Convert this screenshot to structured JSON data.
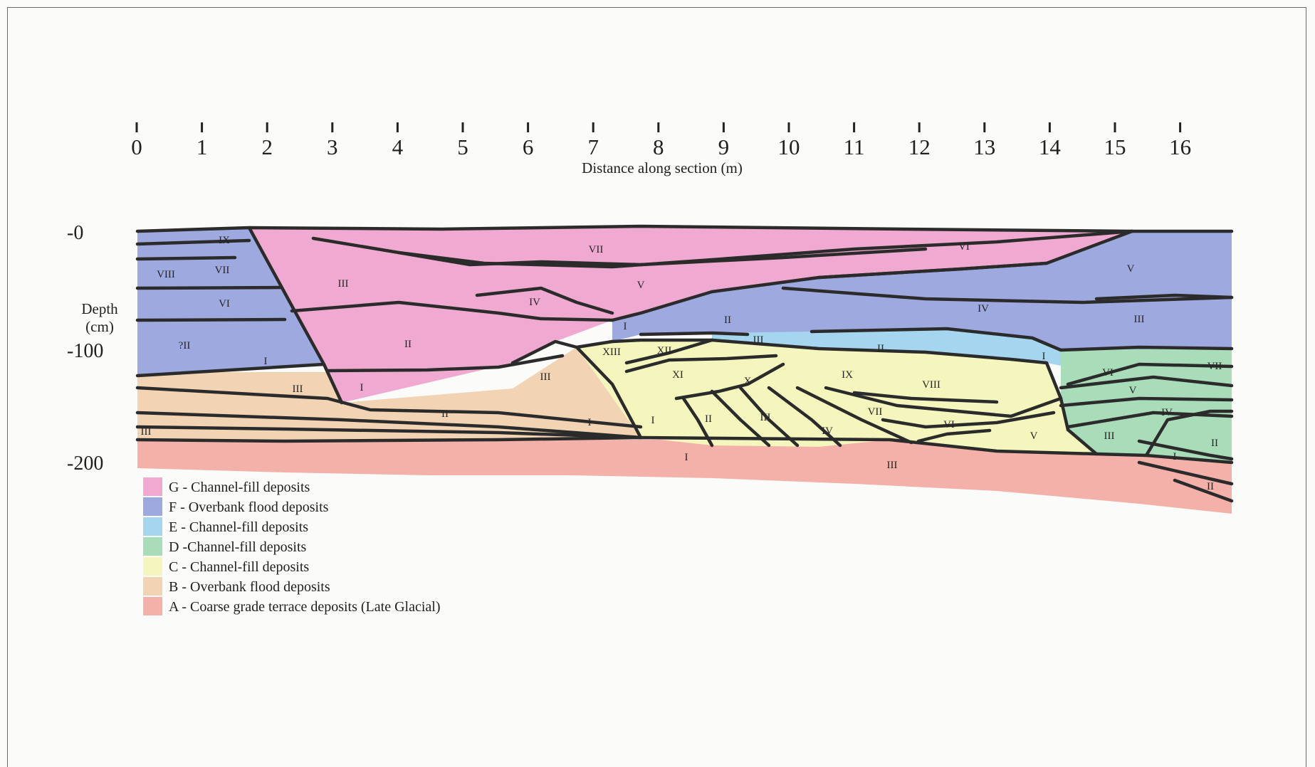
{
  "distance_axis": {
    "title": "Distance along section (m)",
    "ticks": [
      "0",
      "1",
      "2",
      "3",
      "4",
      "5",
      "6",
      "7",
      "8",
      "9",
      "10",
      "11",
      "12",
      "13",
      "14",
      "15",
      "16"
    ]
  },
  "depth_axis": {
    "title_line1": "Depth",
    "title_line2": "(cm)",
    "ticks": [
      "-0",
      "-100",
      "-200"
    ]
  },
  "unit_labels": [
    {
      "id": "ix-left",
      "text": "IX"
    },
    {
      "id": "viii-left",
      "text": "VIII"
    },
    {
      "id": "vii-left",
      "text": "VII"
    },
    {
      "id": "vi-left",
      "text": "VI"
    },
    {
      "id": "qii-left",
      "text": "?II"
    },
    {
      "id": "i-f-left",
      "text": "I"
    },
    {
      "id": "iii-g",
      "text": "III"
    },
    {
      "id": "ii-g",
      "text": "II"
    },
    {
      "id": "i-g",
      "text": "I"
    },
    {
      "id": "iii-b-left",
      "text": "III"
    },
    {
      "id": "ii-b",
      "text": "II"
    },
    {
      "id": "iii-bottom-left",
      "text": "III"
    },
    {
      "id": "vii-g",
      "text": "VII"
    },
    {
      "id": "iv-g",
      "text": "IV"
    },
    {
      "id": "v-g",
      "text": "V"
    },
    {
      "id": "iii-b-mid",
      "text": "III"
    },
    {
      "id": "i-b",
      "text": "I"
    },
    {
      "id": "i-f-mid",
      "text": "I"
    },
    {
      "id": "ii-f-mid",
      "text": "II"
    },
    {
      "id": "iii-e",
      "text": "III"
    },
    {
      "id": "ii-e",
      "text": "II"
    },
    {
      "id": "i-e",
      "text": "I"
    },
    {
      "id": "xiii-c",
      "text": "XIII"
    },
    {
      "id": "xii-c",
      "text": "XII"
    },
    {
      "id": "xi-c",
      "text": "XI"
    },
    {
      "id": "x-c",
      "text": "X"
    },
    {
      "id": "ix-c",
      "text": "IX"
    },
    {
      "id": "viii-c",
      "text": "VIII"
    },
    {
      "id": "vii-c",
      "text": "VII"
    },
    {
      "id": "vi-c",
      "text": "VI"
    },
    {
      "id": "v-c",
      "text": "V"
    },
    {
      "id": "iv-c",
      "text": "IV"
    },
    {
      "id": "iii-c",
      "text": "III"
    },
    {
      "id": "ii-c",
      "text": "II"
    },
    {
      "id": "i-c",
      "text": "I"
    },
    {
      "id": "vi-g-right",
      "text": "VI"
    },
    {
      "id": "v-f-right",
      "text": "V"
    },
    {
      "id": "iv-f-right",
      "text": "IV"
    },
    {
      "id": "iii-f-right",
      "text": "III"
    },
    {
      "id": "vii-d",
      "text": "VII"
    },
    {
      "id": "vi-d",
      "text": "VI"
    },
    {
      "id": "v-d",
      "text": "V"
    },
    {
      "id": "iv-d",
      "text": "IV"
    },
    {
      "id": "iii-d",
      "text": "III"
    },
    {
      "id": "ii-d",
      "text": "II"
    },
    {
      "id": "i-d",
      "text": "I"
    },
    {
      "id": "ii-a",
      "text": "II"
    },
    {
      "id": "i-a",
      "text": "I"
    },
    {
      "id": "iii-a",
      "text": "III"
    }
  ],
  "legend": [
    {
      "text": "G - Channel-fill deposits",
      "color": "#f0a9d1"
    },
    {
      "text": "F - Overbank flood deposits",
      "color": "#9ea9df"
    },
    {
      "text": "E - Channel-fill deposits",
      "color": "#a6d6ef"
    },
    {
      "text": "D -Channel-fill deposits",
      "color": "#a9dcb9"
    },
    {
      "text": "C - Channel-fill deposits",
      "color": "#f4f6be"
    },
    {
      "text": "B - Overbank flood deposits",
      "color": "#f2d3b4"
    },
    {
      "text": "A - Coarse grade terrace deposits (Late Glacial)",
      "color": "#f3b1aa"
    }
  ],
  "colors": {
    "G": "#f0a9d1",
    "F": "#9ea9df",
    "E": "#a6d6ef",
    "D": "#a9dcb9",
    "C": "#f4f6be",
    "B": "#f2d3b4",
    "A": "#f3b1aa"
  }
}
